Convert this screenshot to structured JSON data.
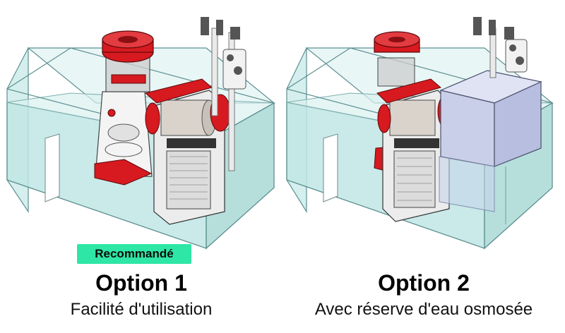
{
  "options": [
    {
      "badge": "Recommandé",
      "title": "Option 1",
      "subtitle": "Facilité d'utilisation",
      "accent_color": "#2ee6a6"
    },
    {
      "title": "Option 2",
      "subtitle": "Avec réserve d'eau osmosée"
    }
  ],
  "colors": {
    "water": "#cfeeed",
    "glass_edge": "#5c8f90",
    "skimmer_red": "#d71920",
    "filter_roll_gray": "#d9d3cc",
    "reservoir_blue": "#c9cfe8"
  }
}
